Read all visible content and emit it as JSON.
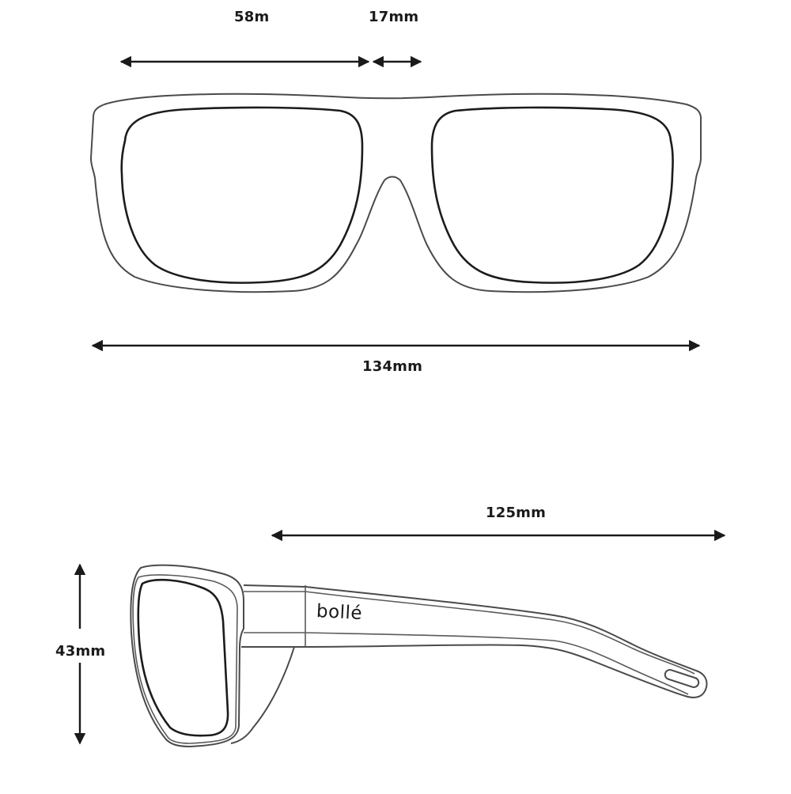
{
  "diagram": {
    "type": "sunglasses-dimension-diagram",
    "front_view": {
      "lens_width": "58m",
      "bridge_width": "17mm",
      "total_width": "134mm"
    },
    "side_view": {
      "temple_length": "125mm",
      "lens_height": "43mm",
      "brand_logo": "bollé"
    },
    "colors": {
      "line": "#4a4a4a",
      "lens_outline": "#1c1c1c",
      "text": "#1a1a1a",
      "background": "#ffffff"
    }
  }
}
